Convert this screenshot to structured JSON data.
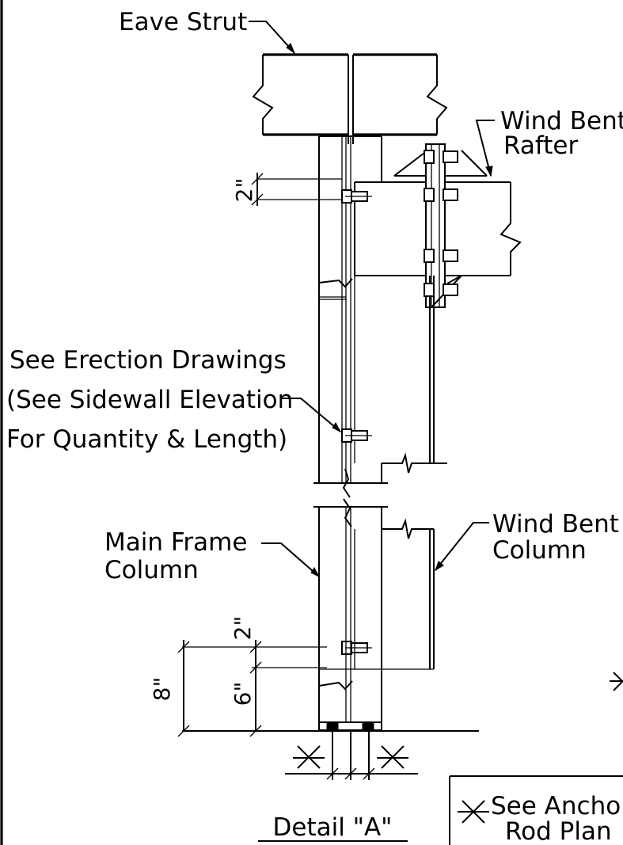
{
  "labels": {
    "eave_strut": "Eave Strut",
    "wind_bent_rafter_line1": "Wind Bent",
    "wind_bent_rafter_line2": "Rafter",
    "see_erection_line1": "See Erection Drawings",
    "see_erection_line2": "(See Sidewall Elevation",
    "see_erection_line3": "For Quantity & Length)",
    "main_frame_line1": "Main Frame",
    "main_frame_line2": "Column",
    "wind_bent_column_line1": "Wind Bent",
    "wind_bent_column_line2": "Column",
    "detail_title": "Detail \"A\"",
    "legend_line1": "See Ancho",
    "legend_line2": "Rod Plan"
  },
  "dimensions": {
    "top_bolt_offset": "2\"",
    "bottom_bolt_offset": "2\"",
    "total_height": "8\"",
    "base_height": "6\""
  },
  "symbols": {
    "anchor_mark": "asterisk-icon"
  }
}
